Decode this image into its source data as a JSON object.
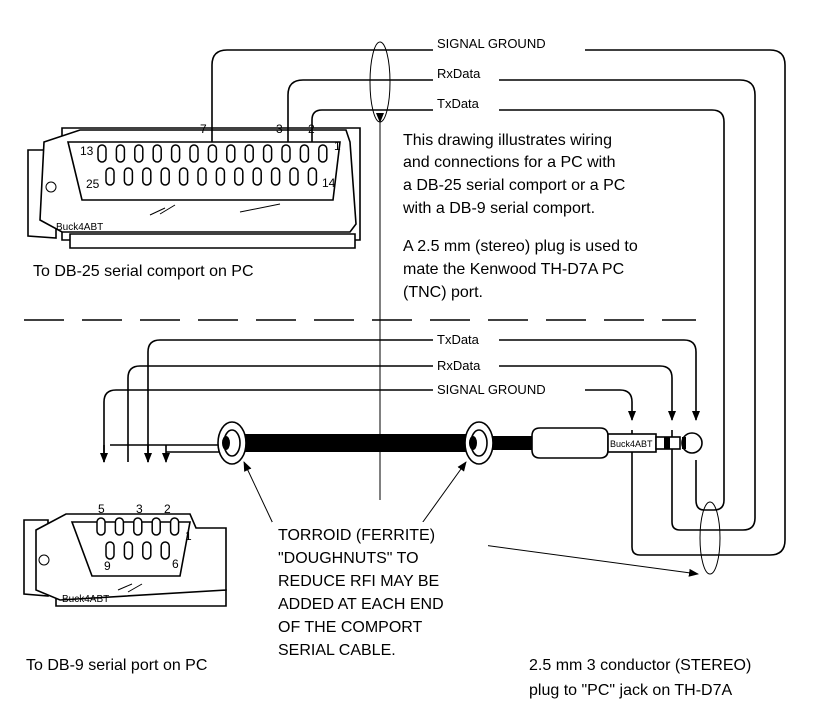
{
  "top": {
    "wires": [
      {
        "label": "SIGNAL GROUND",
        "pin": "7"
      },
      {
        "label": "RxData",
        "pin": "3"
      },
      {
        "label": "TxData",
        "pin": "2"
      }
    ],
    "db25_pins": {
      "p1": "1",
      "p13": "13",
      "p14": "14",
      "p25": "25"
    },
    "db25_brand": "Buck4ABT",
    "db25_caption": "To DB-25 serial comport on PC",
    "description": [
      "This drawing illustrates wiring",
      "and connections for a PC with",
      "a DB-25 serial comport or a PC",
      "with a DB-9 serial comport."
    ],
    "plug_note": [
      "A 2.5 mm (stereo) plug is used to",
      "mate the Kenwood TH-D7A PC",
      "(TNC) port."
    ]
  },
  "bottom": {
    "wires": [
      {
        "label": "TxData",
        "pin": "2"
      },
      {
        "label": "RxData",
        "pin": "3"
      },
      {
        "label": "SIGNAL GROUND",
        "pin": "5"
      }
    ],
    "db9_pins": {
      "p1": "1",
      "p6": "6",
      "p9": "9"
    },
    "db9_brand": "Buck4ABT",
    "db9_caption": "To DB-9 serial port on PC",
    "plug_brand": "Buck4ABT",
    "toroid_note": [
      "TORROID (FERRITE)",
      "\"DOUGHNUTS\"  TO",
      "REDUCE RFI MAY BE",
      "ADDED AT EACH END",
      "OF THE COMPORT",
      "SERIAL CABLE."
    ],
    "plug_caption": [
      "2.5 mm 3 conductor (STEREO)",
      "plug to \"PC\" jack on TH-D7A"
    ]
  }
}
